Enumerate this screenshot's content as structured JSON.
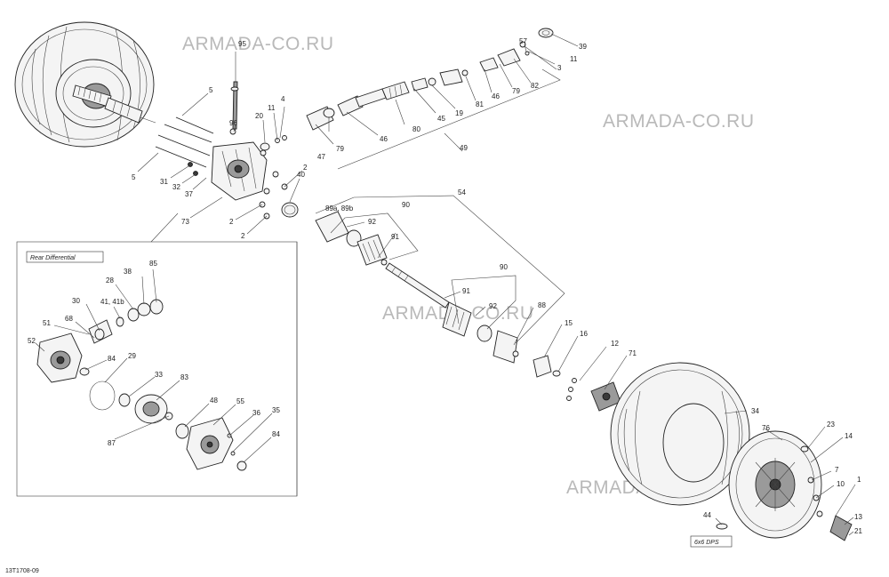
{
  "diagram": {
    "watermark": "ARMADA-CO.RU",
    "figure_code": "13T1708-09",
    "inset_title": "Rear Differential",
    "variant_label": "6x6 DPS",
    "callouts": {
      "c95": "95",
      "c5a": "5",
      "c4": "4",
      "c11a": "11",
      "c20": "20",
      "c96": "96",
      "c5b": "5",
      "c31": "31",
      "c32": "32",
      "c37": "37",
      "c2a": "2",
      "c2b": "2",
      "c2c": "2",
      "c73": "73",
      "c40": "40",
      "c79a": "79",
      "c47": "47",
      "c46a": "46",
      "c80": "80",
      "c45": "45",
      "c19": "19",
      "c81": "81",
      "c46b": "46",
      "c79b": "79",
      "c82": "82",
      "c57": "57",
      "c11b": "11",
      "c3": "3",
      "c39": "39",
      "c49": "49",
      "c54": "54",
      "c89": "89a, 89b",
      "c90a": "90",
      "c92a": "92",
      "c91a": "91",
      "c90b": "90",
      "c91b": "91",
      "c92b": "92",
      "c88": "88",
      "c15": "15",
      "c16": "16",
      "c12": "12",
      "c71": "71",
      "c34": "34",
      "c76": "76",
      "c23": "23",
      "c14": "14",
      "c7": "7",
      "c10": "10",
      "c1": "1",
      "c13": "13",
      "c21": "21",
      "c44": "44",
      "c85": "85",
      "c38": "38",
      "c28": "28",
      "c41": "41, 41b",
      "c30": "30",
      "c51": "51",
      "c68": "68",
      "c52": "52",
      "c84a": "84",
      "c29": "29",
      "c33": "33",
      "c83": "83",
      "c87": "87",
      "c48": "48",
      "c55": "55",
      "c36": "36",
      "c35": "35",
      "c84b": "84"
    }
  }
}
